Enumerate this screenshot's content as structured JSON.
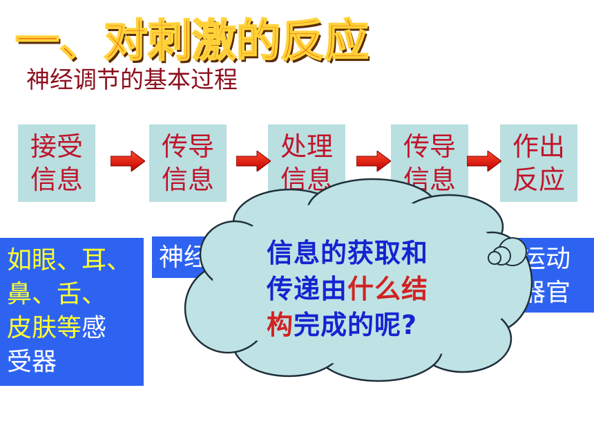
{
  "title": "一、对刺激的反应",
  "subtitle": "神经调节的基本过程",
  "steps": [
    {
      "label": "接受\n信息"
    },
    {
      "label": "传导\n信息"
    },
    {
      "label": "处理\n信息"
    },
    {
      "label": "传导\n信息"
    },
    {
      "label": "作出\n反应"
    }
  ],
  "details": {
    "receptor_yellow": "如眼、耳、\n鼻、舌、\n皮肤等",
    "receptor_white": "感\n受器",
    "nerve": "神经",
    "effector": "运动\n器官"
  },
  "cloud": {
    "line1": "信息的获取和",
    "line2_part1": "传递由",
    "line2_part2": "什么结",
    "line3_part1": "构",
    "line3_part2": "完成的呢?"
  },
  "colors": {
    "title": "#e85a00",
    "subtitle": "#8c0f1e",
    "step_bg": "#b9dfe0",
    "step_text": "#c0142b",
    "blue_box": "#2e63f2",
    "cloud_fill": "#bfe3e5",
    "arrow": "#e30d00"
  }
}
